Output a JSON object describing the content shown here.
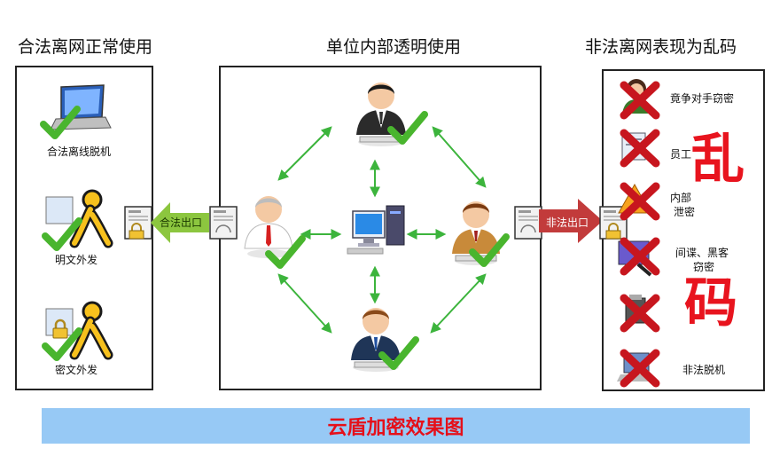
{
  "sections": {
    "left_title": "合法离网正常使用",
    "middle_title": "单位内部透明使用",
    "right_title": "非法离网表现为乱码"
  },
  "left_items": [
    "合法离线脱机",
    "明文外发",
    "密文外发"
  ],
  "arrows": {
    "legal_label": "合法出口",
    "illegal_label": "非法出口"
  },
  "right_items": [
    "竟争对手窃密",
    "员工",
    "内部",
    "泄密",
    "间谍、黑客",
    "窃密",
    "",
    "非法脱机"
  ],
  "overlay_chars": [
    "乱",
    "码"
  ],
  "banner": "云盾加密效果图",
  "colors": {
    "check": "#49b52e",
    "cross": "#c7161e",
    "legal_arrow": "#8cc63f",
    "illegal_arrow": "#c23b3b",
    "connector": "#3cb43c",
    "banner_bg": "#97c9f5",
    "banner_text": "#e5101a"
  },
  "icons": [
    "laptop-icon",
    "person-icon",
    "computer-icon",
    "document-icon",
    "lock-icon",
    "check-icon",
    "cross-icon"
  ]
}
